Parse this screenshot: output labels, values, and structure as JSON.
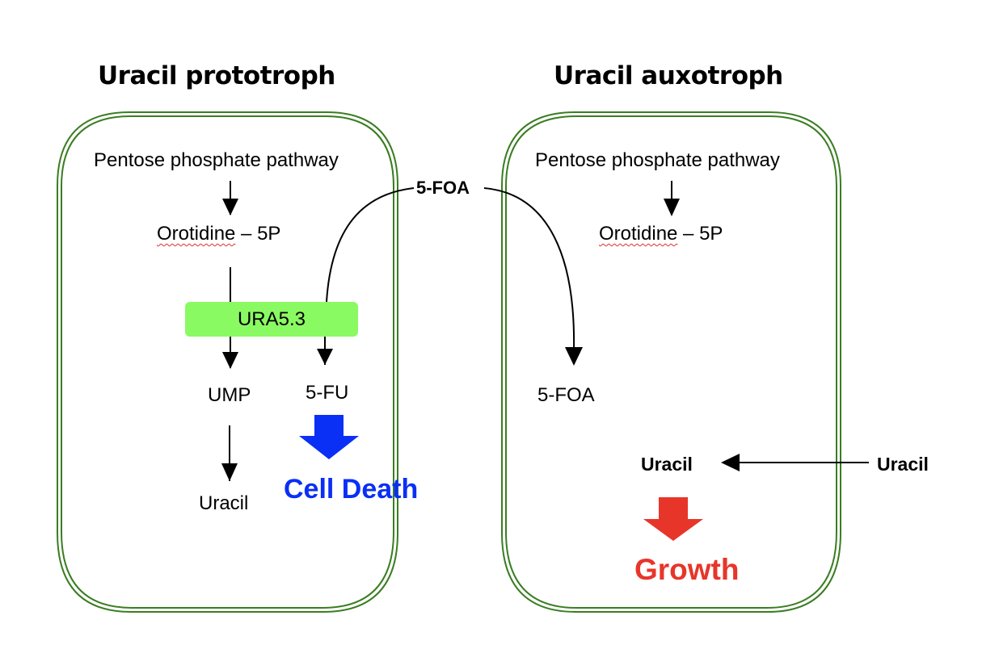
{
  "colors": {
    "cell_border": "#3a7d22",
    "enzyme_fill": "#8afa62",
    "death_arrow": "#0a2ff5",
    "growth_arrow": "#e8352a",
    "spellcheck_underline": "#e0302a"
  },
  "left_cell": {
    "title": "Uracil prototroph",
    "pathway": "Pentose phosphate pathway",
    "intermediate_word": "Orotidine",
    "intermediate_suffix": " – 5P",
    "enzyme": "URA5.3",
    "product_left": "UMP",
    "product_right": "5-FU",
    "end_product": "Uracil",
    "outcome": "Cell Death"
  },
  "right_cell": {
    "title": "Uracil auxotroph",
    "pathway": "Pentose phosphate pathway",
    "intermediate_word": "Orotidine",
    "intermediate_suffix": " – 5P",
    "compound": "5-FOA",
    "uracil_inside": "Uracil",
    "uracil_outside": "Uracil",
    "outcome": "Growth"
  },
  "external_compound": "5-FOA"
}
